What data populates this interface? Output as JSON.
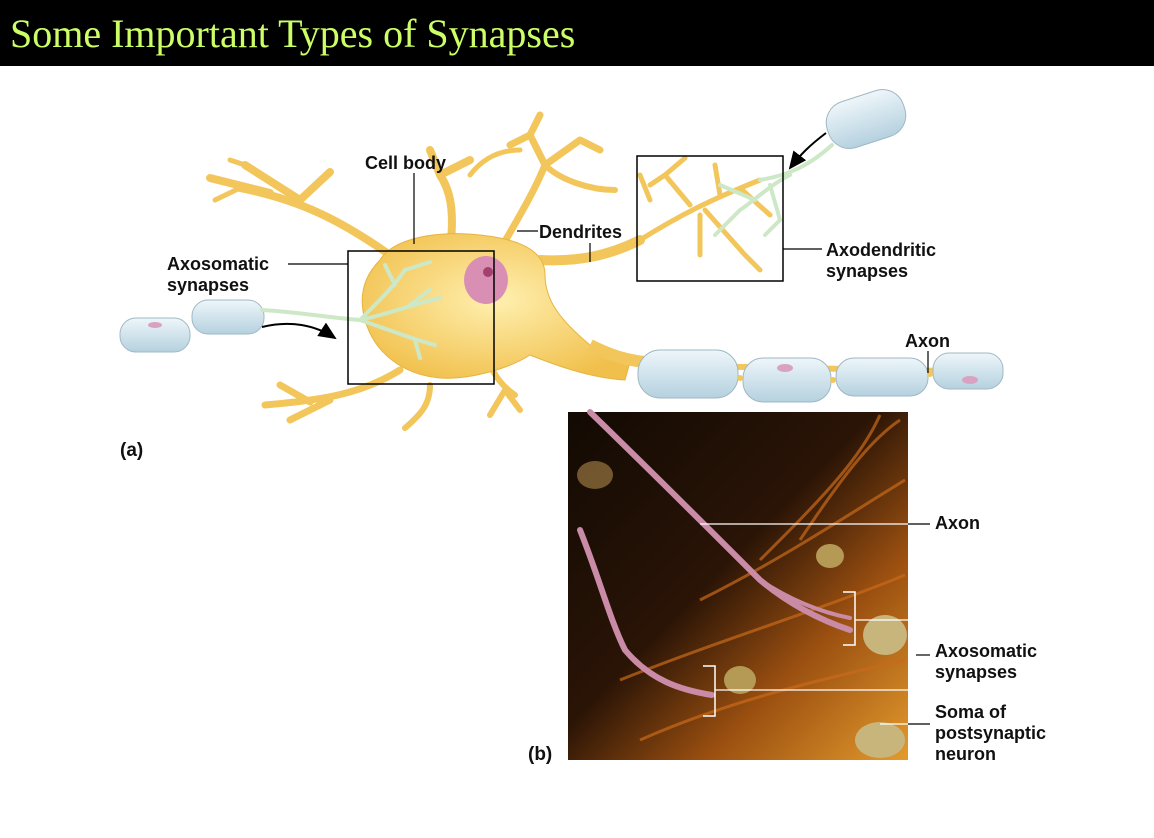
{
  "title": "Some Important Types of Synapses",
  "colors": {
    "title_bg": "#000000",
    "title_text": "#ccff66",
    "neuron": "#f6cf63",
    "myelin": "#cfe4ee",
    "axon_terminal": "#cde8c6",
    "nucleus": "#d98fb4"
  },
  "panel_a": {
    "letter": "(a)",
    "labels": {
      "cell_body": "Cell body",
      "dendrites": "Dendrites",
      "axosomatic_line1": "Axosomatic",
      "axosomatic_line2": "synapses",
      "axodendritic_line1": "Axodendritic",
      "axodendritic_line2": "synapses",
      "axon": "Axon"
    }
  },
  "panel_b": {
    "letter": "(b)",
    "labels": {
      "axon": "Axon",
      "axosomatic_line1": "Axosomatic",
      "axosomatic_line2": "synapses",
      "soma_line1": "Soma of",
      "soma_line2": "postsynaptic",
      "soma_line3": "neuron"
    }
  }
}
